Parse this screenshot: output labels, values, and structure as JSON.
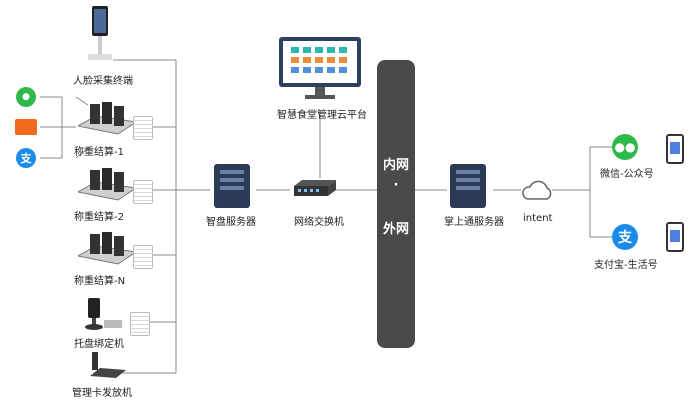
{
  "devices": {
    "face_terminal": "人脸采集终端",
    "weigh_1": "称重结算-1",
    "weigh_2": "称重结算-2",
    "weigh_n": "称重结算-N",
    "tray_binder": "托盘绑定机",
    "card_issuer": "管理卡发放机",
    "smart_server": "智盘服务器",
    "switch": "网络交换机",
    "cloud_platform": "智慧食堂管理云平台",
    "palm_server": "掌上通服务器",
    "internet": "intent",
    "wechat": "微信-公众号",
    "alipay": "支付宝-生活号"
  },
  "network_bar": {
    "inner": "内网",
    "dot": "·",
    "outer": "外网"
  },
  "payment_icons": [
    "wechat-pay-icon",
    "bank-card-icon",
    "alipay-icon"
  ],
  "colors": {
    "wechat": "#2fb94b",
    "alipay": "#1a8ce8",
    "bar": "#4a4a4a",
    "server": "#2b3a55"
  }
}
